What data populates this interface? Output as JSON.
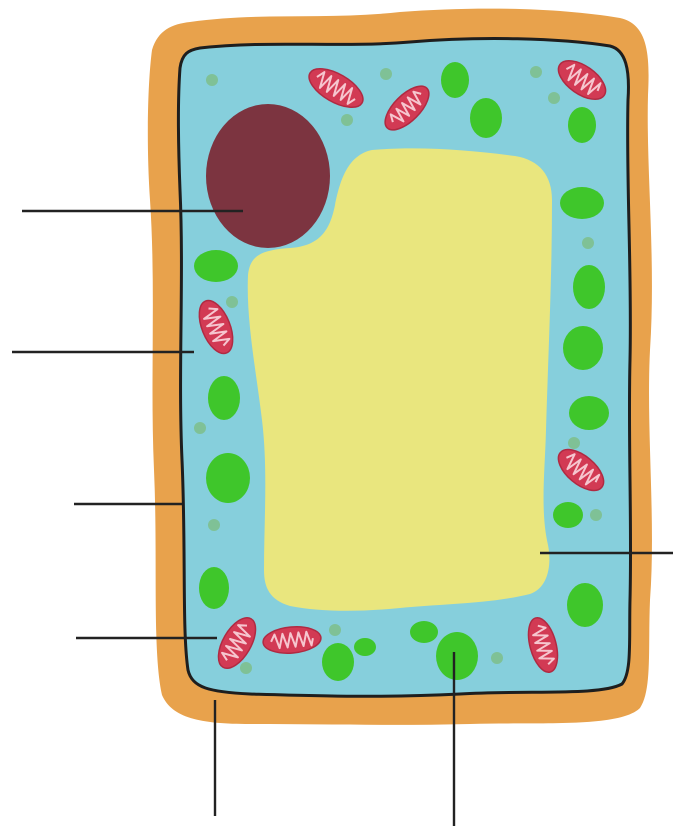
{
  "diagram": {
    "subject": "plant-cell",
    "label_lines": [
      {
        "points_to": "nucleus",
        "label": ""
      },
      {
        "points_to": "cytoplasm",
        "label": ""
      },
      {
        "points_to": "cell-membrane",
        "label": ""
      },
      {
        "points_to": "mitochondrion",
        "label": ""
      },
      {
        "points_to": "cell-wall",
        "label": ""
      },
      {
        "points_to": "chloroplast",
        "label": ""
      },
      {
        "points_to": "vacuole",
        "label": ""
      }
    ]
  },
  "colors": {
    "cell_wall": "#E8A24C",
    "cytoplasm": "#86CFDC",
    "membrane": "#1E1E1E",
    "vacuole": "#E9E67E",
    "nucleus": "#7C3440",
    "chloroplast": "#3FC62B",
    "mitochondrion": "#D23A54",
    "mitochondrion_inner": "#F6C6CF",
    "granule": "#7FC196",
    "leader_line": "#222222"
  }
}
